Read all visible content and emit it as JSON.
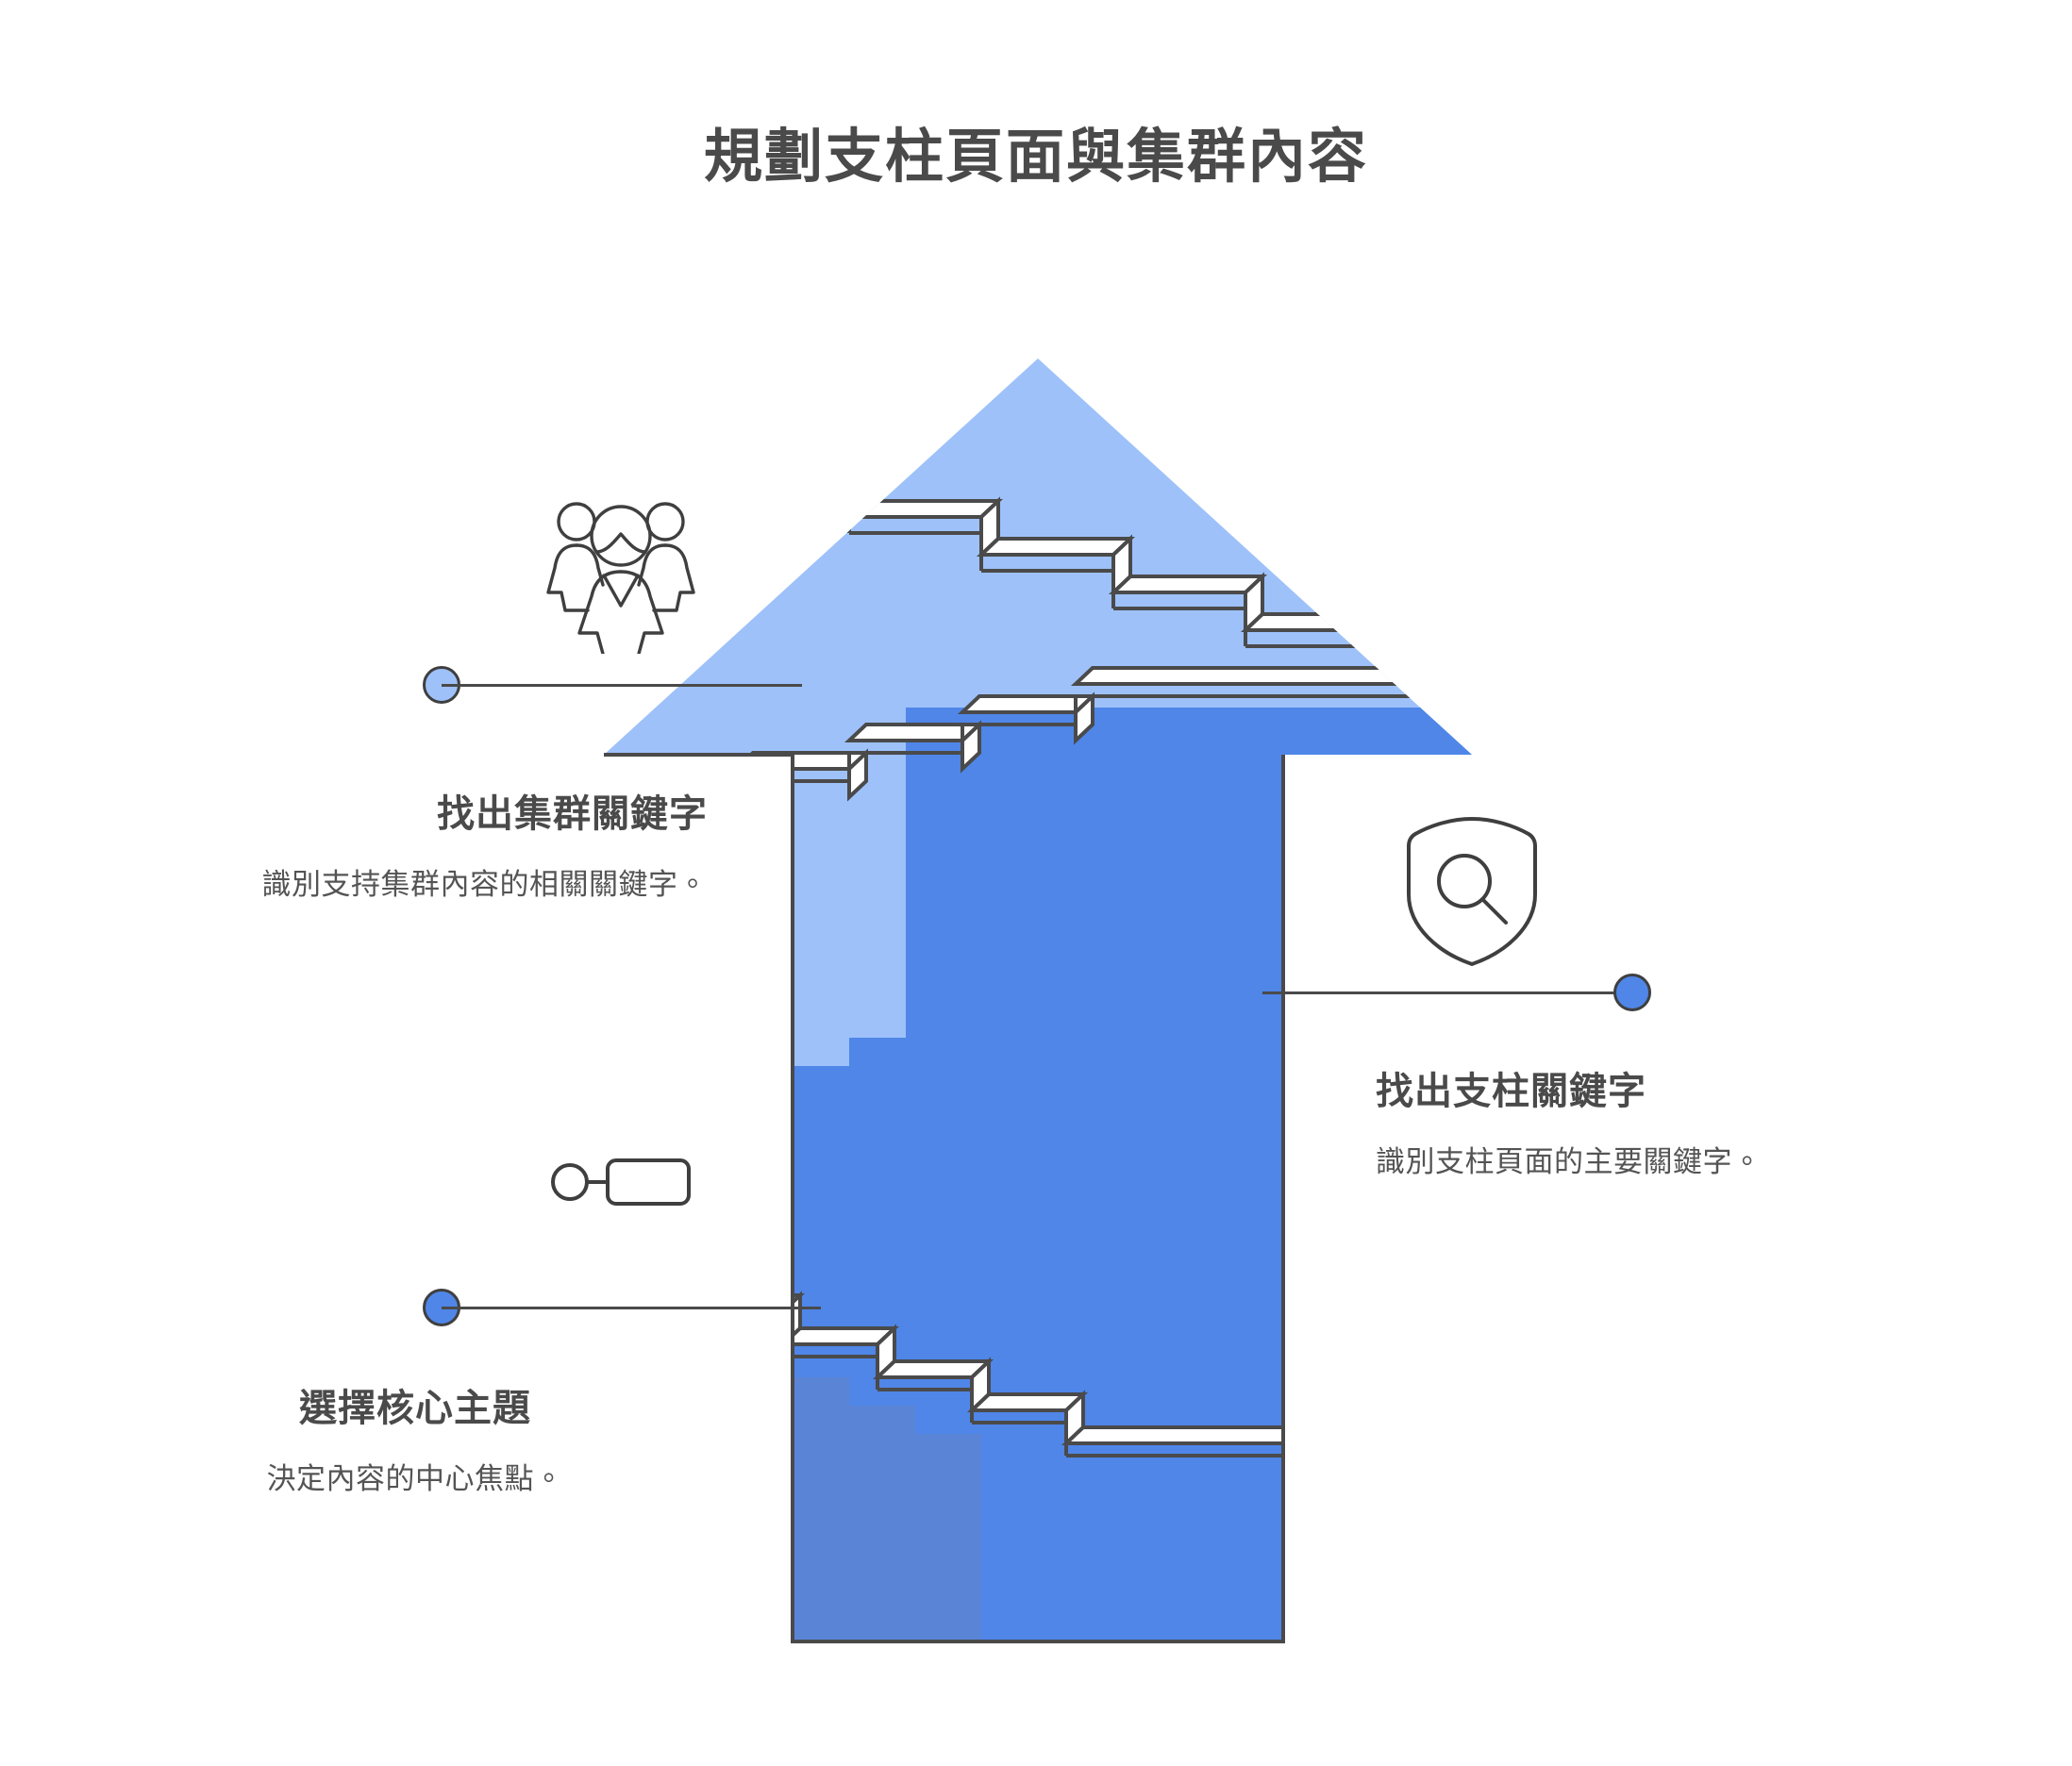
{
  "page": {
    "title": "規劃支柱頁面與集群內容",
    "background_color": "#ffffff",
    "text_color": "#4a4a4a"
  },
  "palette": {
    "light_blue": "#9ec1fa",
    "medium_blue": "#4f86e8",
    "deep_blue": "#5a85d6",
    "outline": "#4a4a4a",
    "tread_white": "#ffffff"
  },
  "graphic": {
    "name": "ascending-staircase-arrow",
    "direction": "up",
    "band_count": 3,
    "step_count": 18,
    "bands": [
      {
        "label": "找出集群關鍵字",
        "color": "#9ec1fa"
      },
      {
        "label": "找出支柱關鍵字",
        "color": "#4f86e8"
      },
      {
        "label": "選擇核心主題",
        "color": "#5a85d6"
      }
    ]
  },
  "steps": [
    {
      "id": "cluster",
      "side": "left",
      "heading": "找出集群關鍵字",
      "description": "識別支持集群內容的相關關鍵字。",
      "icon": "people-group-icon",
      "dot_color": "#9ec1fa"
    },
    {
      "id": "pillar",
      "side": "right",
      "heading": "找出支柱關鍵字",
      "description": "識別支柱頁面的主要關鍵字。",
      "icon": "shield-search-icon",
      "dot_color": "#4f86e8"
    },
    {
      "id": "core",
      "side": "left",
      "heading": "選擇核心主題",
      "description": "決定內容的中心焦點。",
      "icon": "tag-node-icon",
      "dot_color": "#4f86e8"
    }
  ]
}
